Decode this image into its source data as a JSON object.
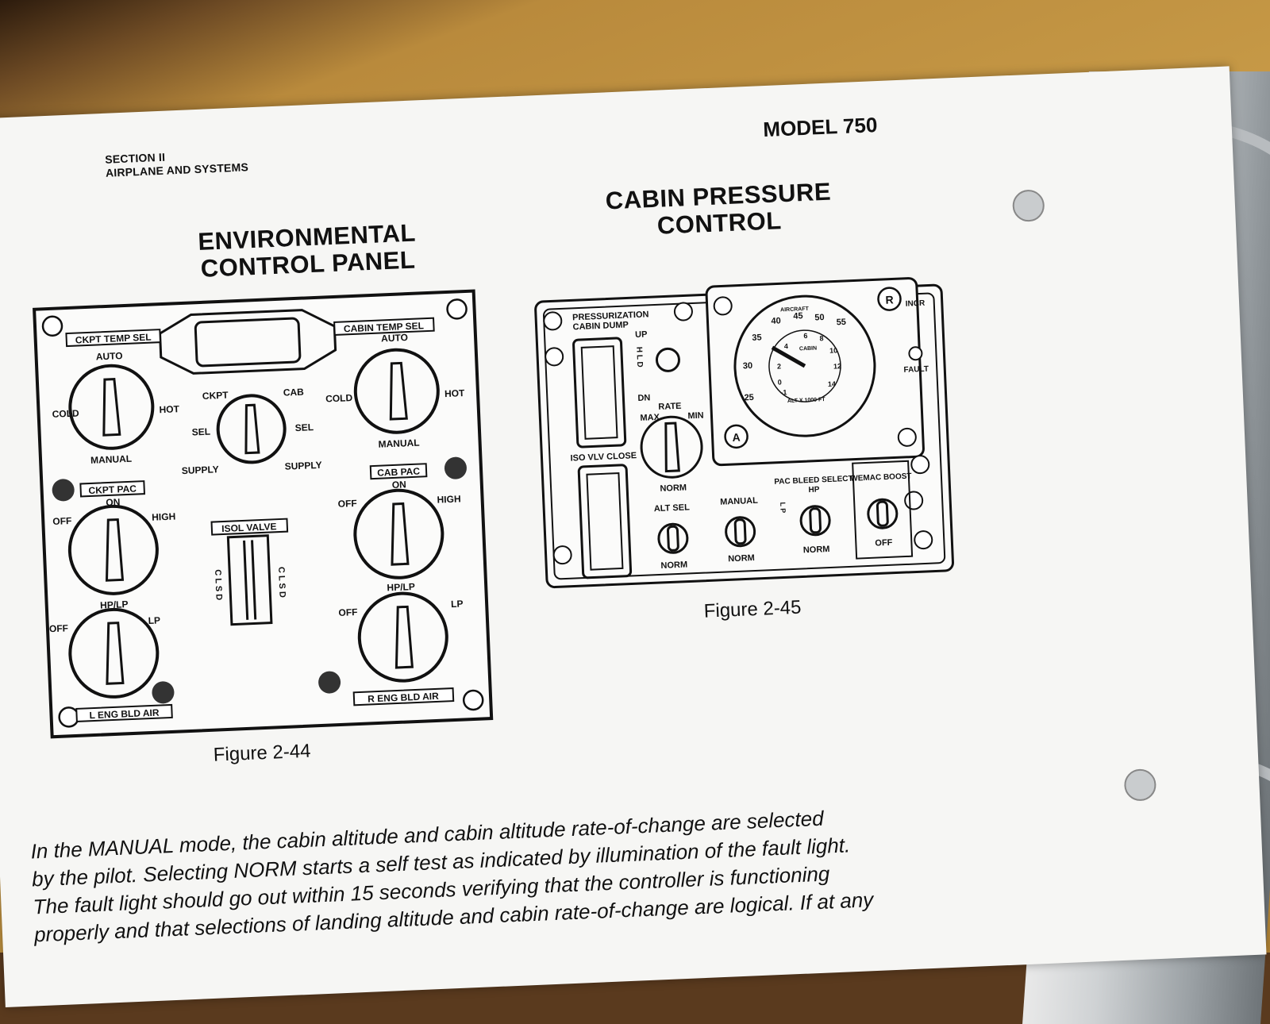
{
  "header": {
    "section": "SECTION II",
    "subsection": "AIRPLANE AND SYSTEMS",
    "model": "MODEL 750"
  },
  "figure44": {
    "title_line1": "ENVIRONMENTAL",
    "title_line2": "CONTROL PANEL",
    "caption": "Figure 2-44",
    "labels": {
      "ckpt_temp_sel": "CKPT TEMP SEL",
      "cabin_temp_sel": "CABIN TEMP SEL",
      "auto": "AUTO",
      "cold": "COLD",
      "hot": "HOT",
      "manual": "MANUAL",
      "ckpt": "CKPT",
      "cab": "CAB",
      "sel": "SEL",
      "supply": "SUPPLY",
      "ckpt_pac": "CKPT PAC",
      "cab_pac": "CAB PAC",
      "on": "ON",
      "off": "OFF",
      "high": "HIGH",
      "isol_valve": "ISOL VALVE",
      "clsd": "C L S D",
      "hp_lp": "HP/LP",
      "lp": "LP",
      "l_eng_bld_air": "L ENG BLD AIR",
      "r_eng_bld_air": "R ENG BLD AIR"
    }
  },
  "figure45": {
    "title_line1": "CABIN PRESSURE",
    "title_line2": "CONTROL",
    "caption": "Figure 2-45",
    "labels": {
      "pressurization": "PRESSURIZATION",
      "cabin_dump": "CABIN DUMP",
      "iso_vlv_close": "ISO VLV CLOSE",
      "up": "UP",
      "hld": "H L D",
      "dn": "DN",
      "rate": "RATE",
      "max": "MAX",
      "min": "MIN",
      "norm": "NORM",
      "aircraft": "AIRCRAFT",
      "cabin": "CABIN",
      "alt_x_1000_ft": "ALT X 1000 FT",
      "r": "R",
      "a": "A",
      "incr": "INCR",
      "fault": "FAULT",
      "alt_sel": "ALT SEL",
      "manual": "MANUAL",
      "pac_bleed_select": "PAC BLEED SELECT",
      "hp": "HP",
      "lp": "L P",
      "wemac_boost": "WEMAC BOOST",
      "off": "OFF",
      "gauge_outer": [
        "25",
        "30",
        "35",
        "40",
        "45",
        "50",
        "55"
      ],
      "gauge_inner": [
        "-1",
        "0",
        "2",
        "4",
        "6",
        "8",
        "10",
        "12",
        "14"
      ]
    }
  },
  "body": {
    "line1": "In the MANUAL mode, the cabin altitude and cabin altitude rate-of-change are selected",
    "line2": "by the pilot.  Selecting NORM starts a self test as indicated by illumination of the fault light.",
    "line3": "The fault light should go out within 15 seconds verifying that the controller is functioning",
    "line4": "properly and that selections of landing altitude and cabin rate-of-change are logical.  If at any"
  }
}
